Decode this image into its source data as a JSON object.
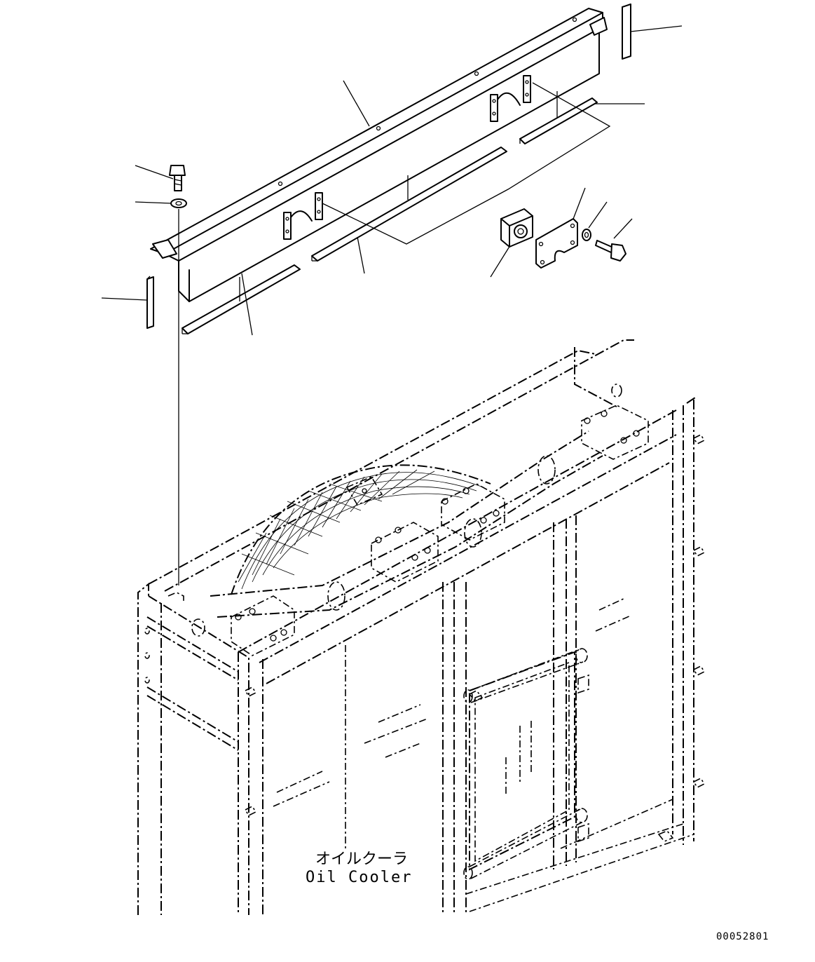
{
  "labels": {
    "part_name_jp": "オイルクーラ",
    "part_name_en": "Oil Cooler",
    "document_id": "00052801"
  },
  "colors": {
    "line": "#000000",
    "background": "#ffffff"
  }
}
